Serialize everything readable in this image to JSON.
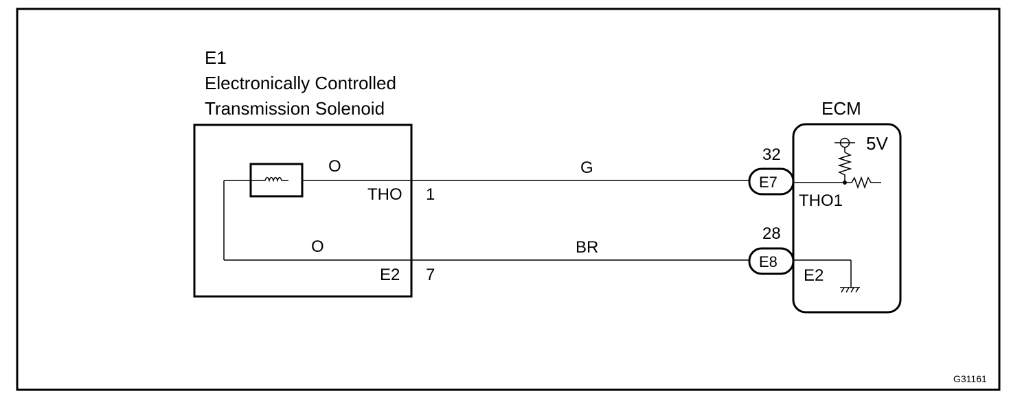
{
  "component": {
    "code": "E1",
    "name_line1": "Electronically Controlled",
    "name_line2": "Transmission Solenoid",
    "upper_wire_color": "O",
    "lower_wire_color": "O",
    "terminal_tho": "THO",
    "terminal_e2": "E2",
    "pin_tho": "1",
    "pin_e2": "7"
  },
  "wires": {
    "upper_color": "G",
    "lower_color": "BR"
  },
  "ecm": {
    "title": "ECM",
    "supply_voltage": "5V",
    "pin_upper": "32",
    "pin_lower": "28",
    "connector_upper": "E7",
    "connector_lower": "E8",
    "terminal_upper": "THO1",
    "terminal_lower": "E2"
  },
  "figure_code": "G31161"
}
